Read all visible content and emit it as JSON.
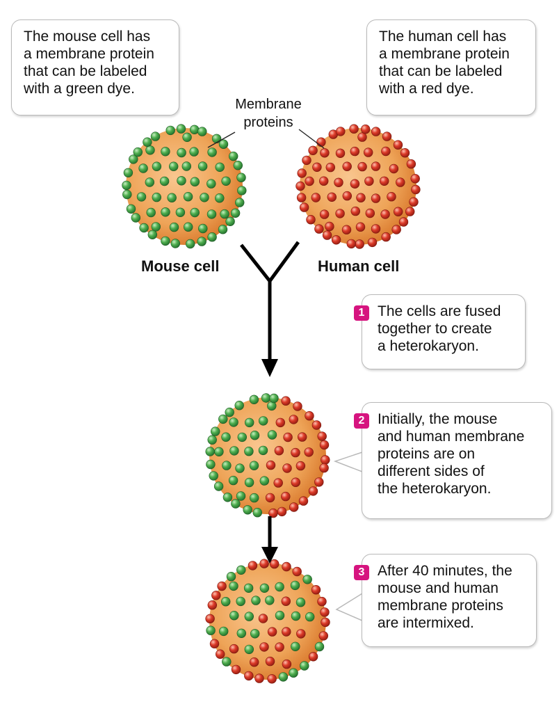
{
  "mouse_box": {
    "lines": [
      "The mouse cell has",
      "a membrane protein",
      "that can be labeled",
      "with a green dye."
    ]
  },
  "human_box": {
    "lines": [
      "The human cell has",
      "a membrane protein",
      "that can be labeled",
      "with a red dye."
    ]
  },
  "proteins_callout": {
    "lines": [
      "Membrane",
      "proteins"
    ]
  },
  "cell_labels": {
    "mouse": "Mouse cell",
    "human": "Human cell"
  },
  "steps": [
    {
      "number": "1",
      "lines": [
        "The cells are fused",
        "together to create",
        "a heterokaryon."
      ]
    },
    {
      "number": "2",
      "lines": [
        "Initially, the mouse",
        "and human membrane",
        "proteins are on",
        "different sides of",
        "the heterokaryon."
      ]
    },
    {
      "number": "3",
      "lines": [
        "After 40 minutes, the",
        "mouse and human",
        "membrane proteins",
        "are intermixed."
      ]
    }
  ],
  "colors": {
    "cell_light": "#f9c68f",
    "cell_mid": "#eea458",
    "cell_dark": "#d9782c",
    "green_protein": "#3e9b45",
    "red_protein": "#d63426",
    "badge": "#d6147f",
    "arrow": "#000000"
  }
}
